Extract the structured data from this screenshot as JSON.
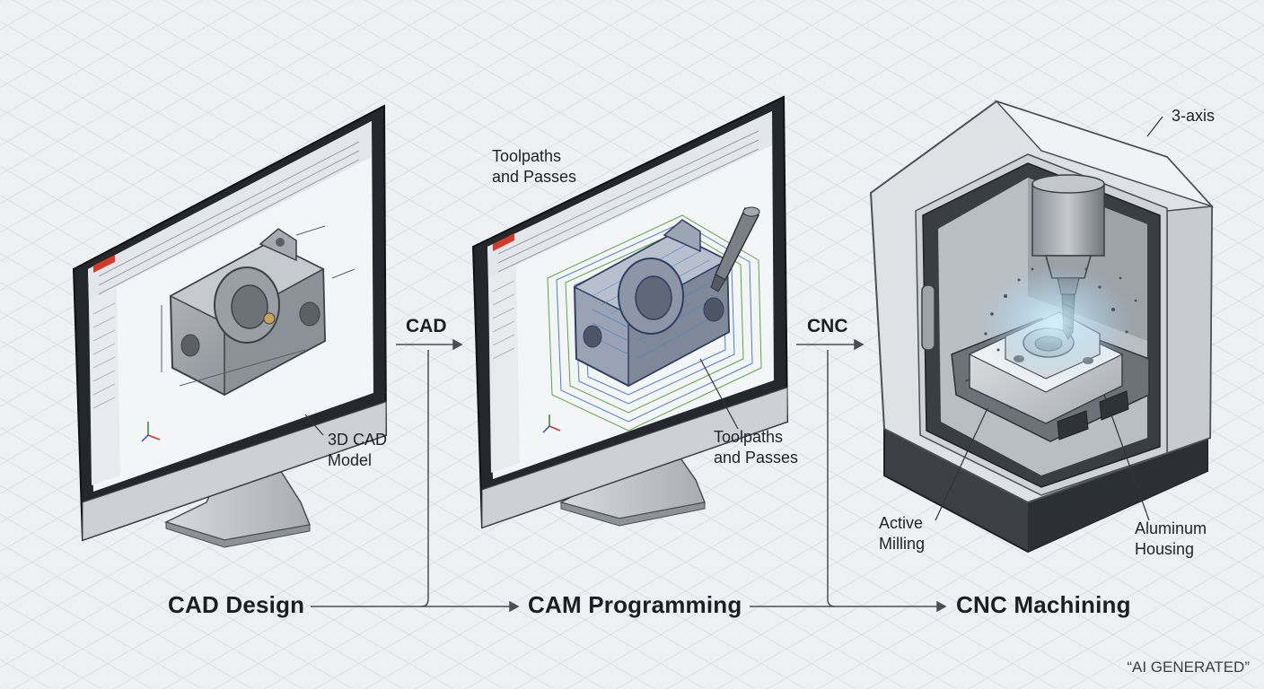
{
  "stages": {
    "cad": "CAD Design",
    "cam": "CAM Programming",
    "cnc": "CNC Machining"
  },
  "flow": {
    "cad": "CAD",
    "cnc": "CNC"
  },
  "labels": {
    "model_l1": "3D CAD",
    "model_l2": "Model",
    "toolpaths_top_l1": "Toolpaths",
    "toolpaths_top_l2": "and Passes",
    "toolpaths_l1": "Toolpaths",
    "toolpaths_l2": "and Passes",
    "axis": "3-axis",
    "milling_l1": "Active",
    "milling_l2": "Milling",
    "housing_l1": "Aluminum",
    "housing_l2": "Housing"
  },
  "watermark": "“AI GENERATED”",
  "colors": {
    "toolpath_blue": "#4a7fd0",
    "toolpath_green": "#5aa64a",
    "cad_logo_red": "#d23a2a",
    "monitor_bezel": "#24272b"
  }
}
